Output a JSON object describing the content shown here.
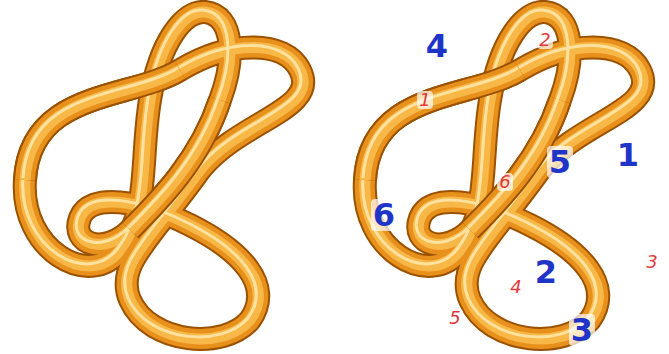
{
  "diagram": {
    "labels": [
      "2",
      "4",
      "1",
      "1",
      "5",
      "6",
      "6",
      "3",
      "2",
      "4",
      "5",
      "3"
    ]
  }
}
